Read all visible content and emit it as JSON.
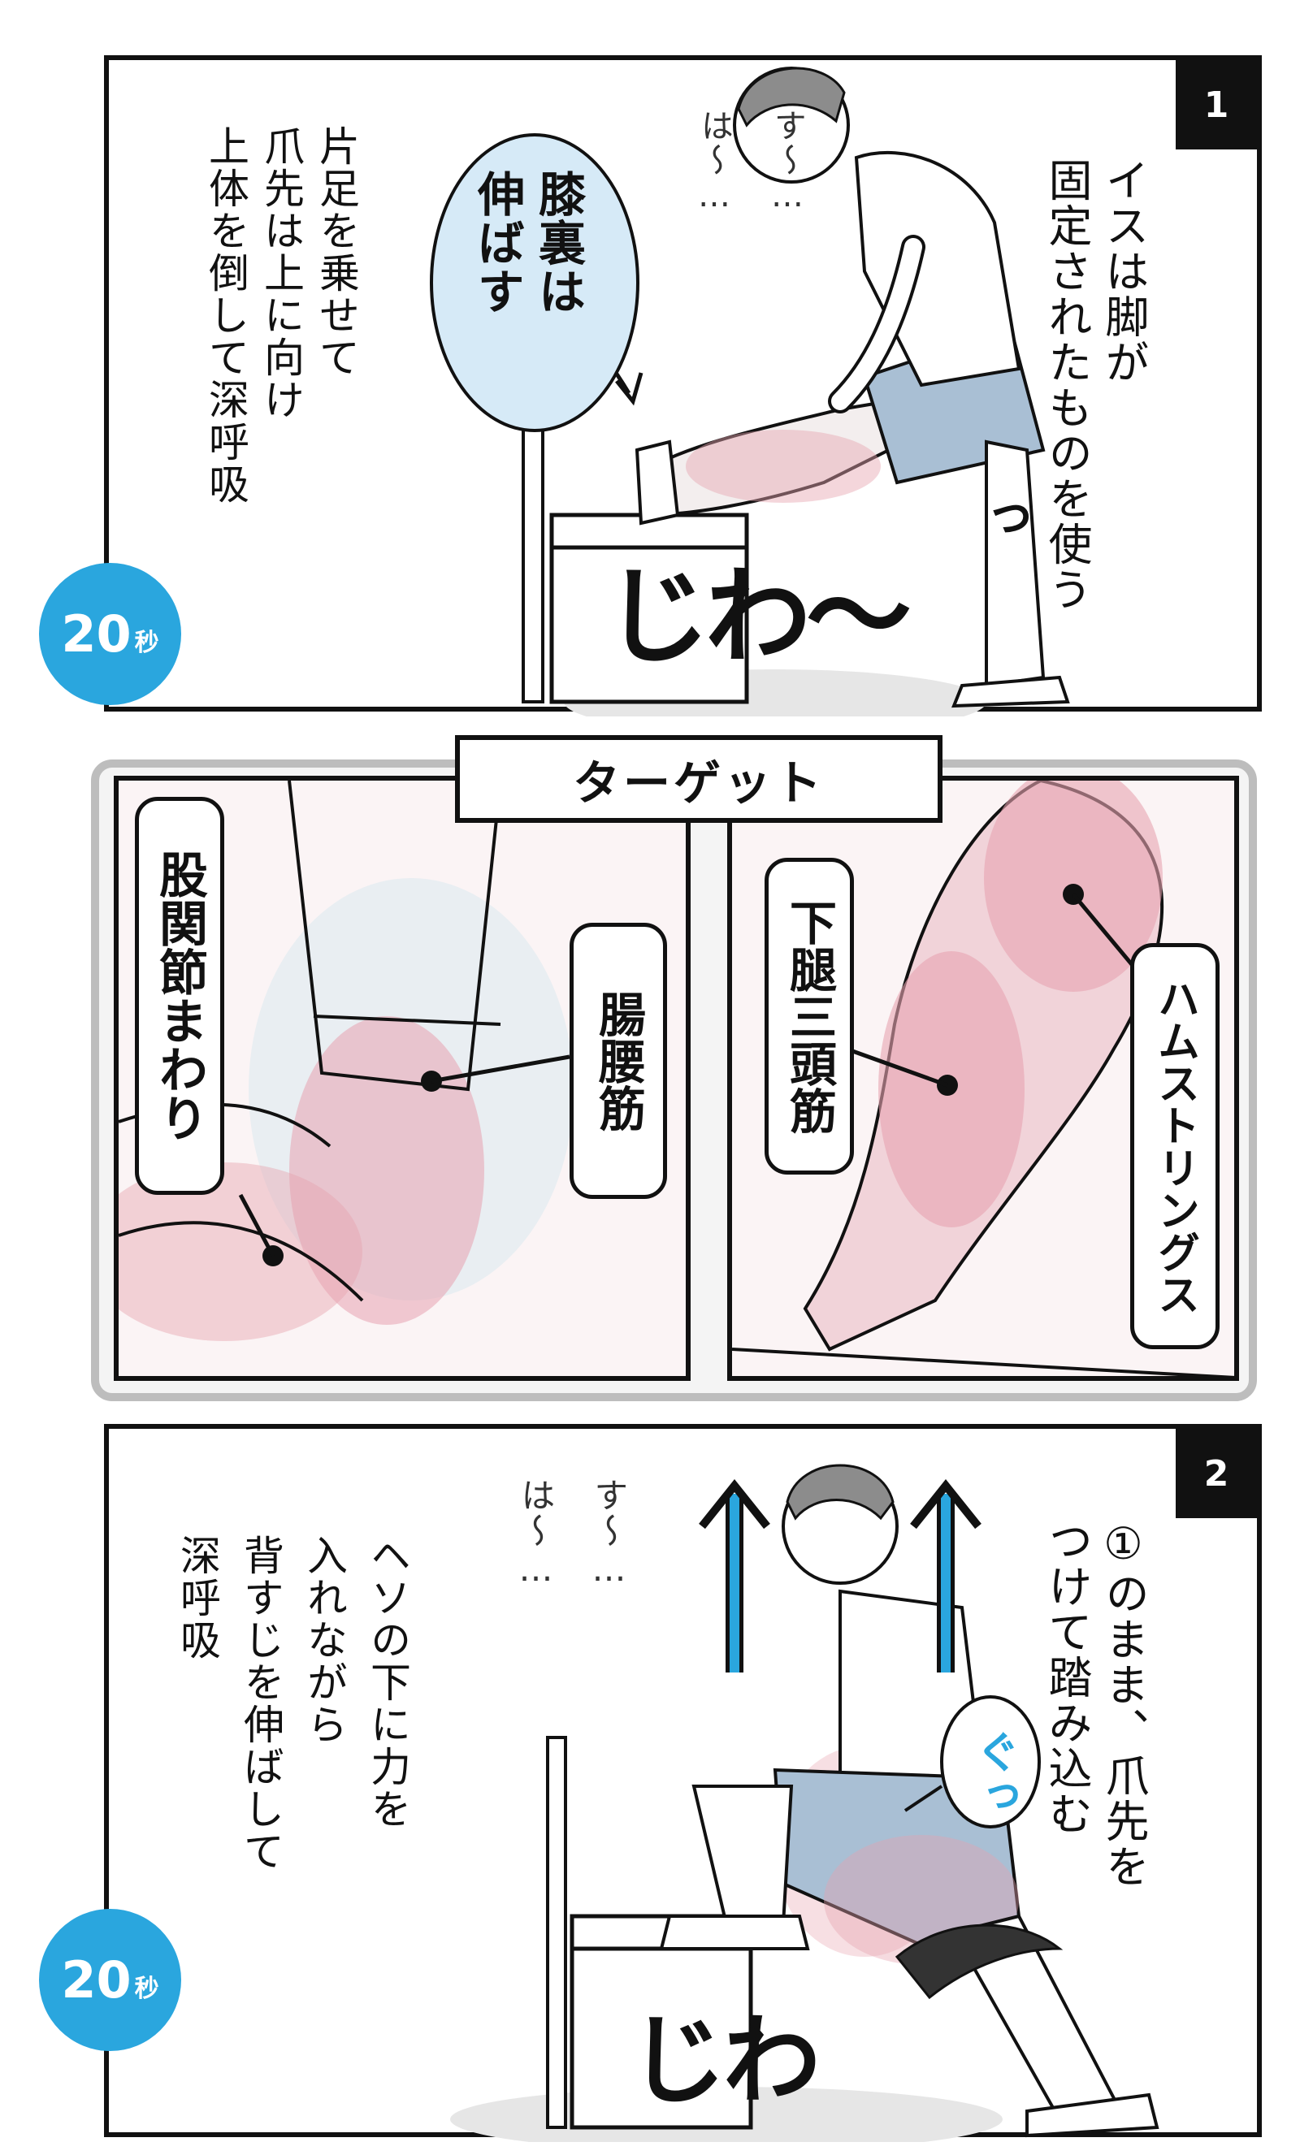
{
  "panel1": {
    "number": "1",
    "caption": "イスは脚が固定されたものを使う",
    "caption_lines": [
      "イスは脚が",
      "固定されたものを使う"
    ],
    "instruction_lines": [
      "片足を乗せて",
      "爪先は上に向け",
      "上体を倒して深呼吸"
    ],
    "bubble_lines": [
      "膝裏は",
      "伸ばす"
    ],
    "breath_lines": [
      "す〜…",
      "は〜…"
    ],
    "sfx": "じわ〜",
    "sfx_tail": "っ",
    "timer": {
      "value": "20",
      "unit": "秒"
    }
  },
  "target": {
    "title": "ターゲット",
    "left_labels": [
      "股関節まわり",
      "腸腰筋"
    ],
    "right_labels": [
      "下腿三頭筋",
      "ハムストリングス"
    ]
  },
  "panel2": {
    "number": "2",
    "caption_lines": [
      "①のまま、爪先を",
      "つけて踏み込む"
    ],
    "instruction_lines": [
      "ヘソの下に力を",
      "入れながら",
      "背すじを伸ばして",
      "深呼吸"
    ],
    "breath_lines": [
      "す〜…",
      "は〜…"
    ],
    "sfx": "じわ",
    "sfx_small": "ぐっ",
    "timer": {
      "value": "20",
      "unit": "秒"
    }
  },
  "colors": {
    "accent": "#2aa6de",
    "muscle": "#e7a3b0",
    "frame": "#111111",
    "target_frame": "#bdbdbd"
  }
}
